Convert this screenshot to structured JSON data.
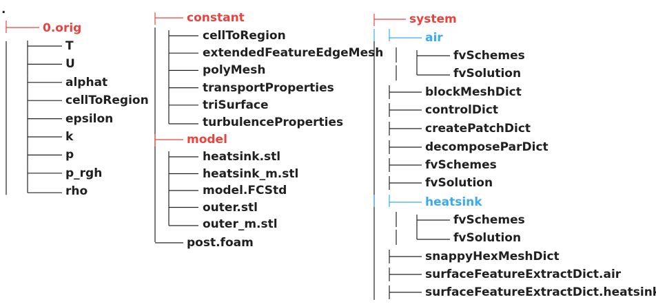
{
  "root_marker": ".",
  "col1": {
    "dir": "0.orig",
    "files": [
      "T",
      "U",
      "alphat",
      "cellToRegion",
      "epsilon",
      "k",
      "p",
      "p_rgh",
      "rho"
    ]
  },
  "col2": {
    "constant": {
      "dir": "constant",
      "files": [
        "cellToRegion",
        "extendedFeatureEdgeMesh",
        "polyMesh",
        "transportProperties",
        "triSurface",
        "turbulenceProperties"
      ]
    },
    "model": {
      "dir": "model",
      "files": [
        "heatsink.stl",
        "heatsink_m.stl",
        "model.FCStd",
        "outer.stl",
        "outer_m.stl"
      ]
    },
    "post": "post.foam"
  },
  "col3": {
    "dir": "system",
    "air": {
      "dir": "air",
      "files": [
        "fvSchemes",
        "fvSolution"
      ]
    },
    "files_a": [
      "blockMeshDict",
      "controlDict",
      "createPatchDict",
      "decomposeParDict",
      "fvSchemes",
      "fvSolution"
    ],
    "heatsink": {
      "dir": "heatsink",
      "files": [
        "fvSchemes",
        "fvSolution"
      ]
    },
    "files_b": [
      "snappyHexMeshDict",
      "surfaceFeatureExtractDict.air",
      "surfaceFeatureExtractDict.heatsink"
    ]
  },
  "colors": {
    "red": "#e8433e",
    "blue": "#3aabea",
    "text": "#202020"
  }
}
